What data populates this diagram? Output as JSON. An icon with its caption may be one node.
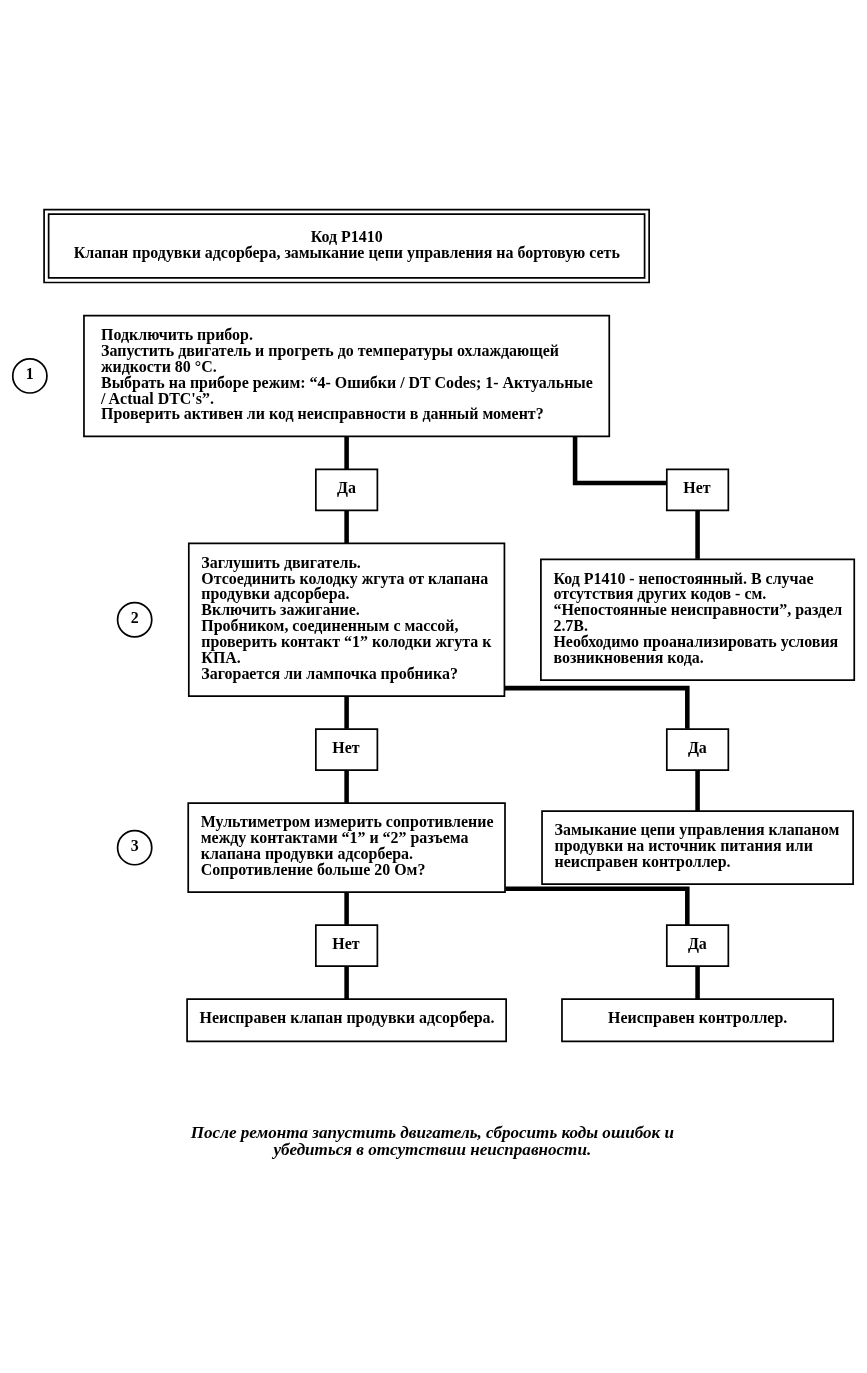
{
  "diagram": {
    "caption": "После ремонта запустить двигатель, сбросить коды ошибок и убедиться в отсутствии неисправности.",
    "nodes": [
      {
        "text": [
          "Код P1410",
          "Клапан продувки адсорбера, замыкание цепи управления на бортовую сеть"
        ]
      },
      {
        "text": [
          "1"
        ]
      },
      {
        "text": [
          "Подключить прибор.",
          "Запустить двигатель и прогреть до температуры охлаждающей жидкости 80 °С.",
          "Выбрать на приборе режим: “4- Ошибки / DT Codes; 1- Актуальные / Actual DTC's”.",
          "Проверить активен ли код неисправности в данный момент?"
        ]
      },
      {
        "text": [
          "Да"
        ]
      },
      {
        "text": [
          "Нет"
        ]
      },
      {
        "text": [
          "2"
        ]
      },
      {
        "text": [
          "Заглушить двигатель.",
          "Отсоединить колодку жгута от клапана продувки адсорбера.",
          "Включить зажигание.",
          "Пробником, соединенным с массой, проверить контакт “1” колодки жгута к КПА.",
          "Загорается ли лампочка пробника?"
        ]
      },
      {
        "text": [
          "Код P1410 - непостоянный. В случае отсутствия других кодов - см. “Непостоянные неисправности”, раздел 2.7В.",
          "Необходимо проанализировать условия возникновения кода."
        ]
      },
      {
        "text": [
          "Нет"
        ]
      },
      {
        "text": [
          "Да"
        ]
      },
      {
        "text": [
          "3"
        ]
      },
      {
        "text": [
          "Мультиметром измерить сопротивление между контактами “1” и “2” разъема клапана продувки адсорбера.",
          "Сопротивление больше 20 Ом?"
        ]
      },
      {
        "text": [
          "Замыкание цепи управления клапаном продувки на источник питания или неисправен контроллер."
        ]
      },
      {
        "text": [
          "Нет"
        ]
      },
      {
        "text": [
          "Да"
        ]
      },
      {
        "text": [
          "Неисправен клапан продувки адсорбера."
        ]
      },
      {
        "text": [
          "Неисправен контроллер."
        ]
      }
    ],
    "edges": [
      {
        "from": 2,
        "to": 3,
        "arrow": "none"
      },
      {
        "from": 2,
        "to": 4,
        "arrow": "none"
      },
      {
        "from": 3,
        "to": 6,
        "arrow": "none"
      },
      {
        "from": 4,
        "to": 7,
        "arrow": "none"
      },
      {
        "from": 6,
        "to": 8,
        "arrow": "none"
      },
      {
        "from": 6,
        "to": 9,
        "arrow": "none"
      },
      {
        "from": 8,
        "to": 11,
        "arrow": "none"
      },
      {
        "from": 9,
        "to": 12,
        "arrow": "none"
      },
      {
        "from": 11,
        "to": 13,
        "arrow": "none"
      },
      {
        "from": 11,
        "to": 14,
        "arrow": "none"
      },
      {
        "from": 13,
        "to": 15,
        "arrow": "none"
      },
      {
        "from": 14,
        "to": 16,
        "arrow": "none"
      }
    ]
  }
}
